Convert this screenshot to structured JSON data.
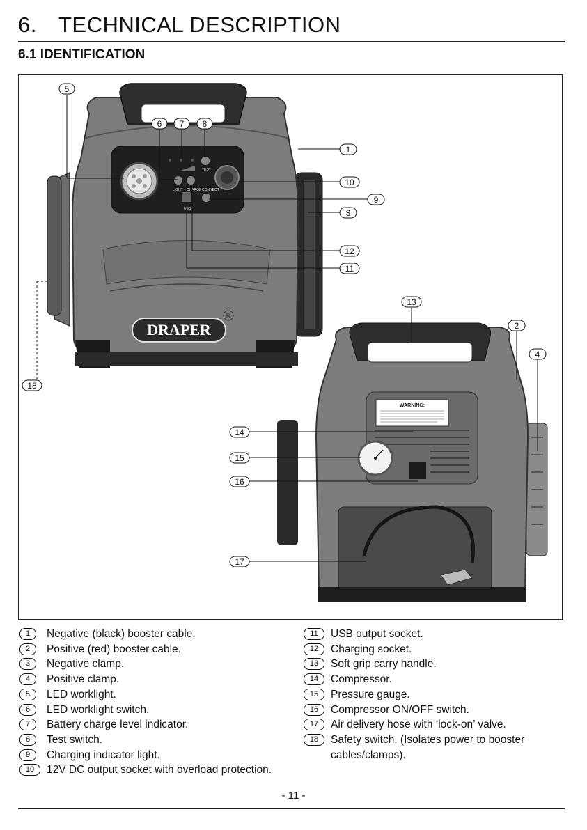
{
  "header": {
    "section_number": "6.",
    "section_title": "TECHNICAL DESCRIPTION",
    "subsection_title": "6.1 IDENTIFICATION"
  },
  "figure": {
    "brand": "DRAPER",
    "registered_mark": "R",
    "warning_label": "WARNING:",
    "panel_labels": {
      "test": "TEST",
      "light": "LIGHT",
      "charge": "CHARGE",
      "connect": "CONNECT",
      "usb": "USB"
    },
    "callouts": [
      "1",
      "2",
      "3",
      "4",
      "5",
      "6",
      "7",
      "8",
      "9",
      "10",
      "11",
      "12",
      "13",
      "14",
      "15",
      "16",
      "17",
      "18"
    ]
  },
  "legend": {
    "left": [
      {
        "num": "1",
        "text": "Negative (black) booster cable."
      },
      {
        "num": "2",
        "text": "Positive (red) booster cable."
      },
      {
        "num": "3",
        "text": "Negative clamp."
      },
      {
        "num": "4",
        "text": "Positive clamp."
      },
      {
        "num": "5",
        "text": "LED worklight."
      },
      {
        "num": "6",
        "text": "LED worklight switch."
      },
      {
        "num": "7",
        "text": "Battery charge level indicator."
      },
      {
        "num": "8",
        "text": "Test switch."
      },
      {
        "num": "9",
        "text": "Charging indicator light."
      },
      {
        "num": "10",
        "text": "12V DC output socket with overload protection."
      }
    ],
    "right": [
      {
        "num": "11",
        "text": "USB output socket."
      },
      {
        "num": "12",
        "text": "Charging socket."
      },
      {
        "num": "13",
        "text": "Soft grip carry handle."
      },
      {
        "num": "14",
        "text": "Compressor."
      },
      {
        "num": "15",
        "text": "Pressure gauge."
      },
      {
        "num": "16",
        "text": "Compressor ON/OFF switch."
      },
      {
        "num": "17",
        "text": "Air delivery hose with ‘lock-on’ valve."
      },
      {
        "num": "18",
        "text": "Safety switch. (Isolates power to booster cables/clamps)."
      }
    ]
  },
  "footer": {
    "page_number": "- 11 -"
  }
}
